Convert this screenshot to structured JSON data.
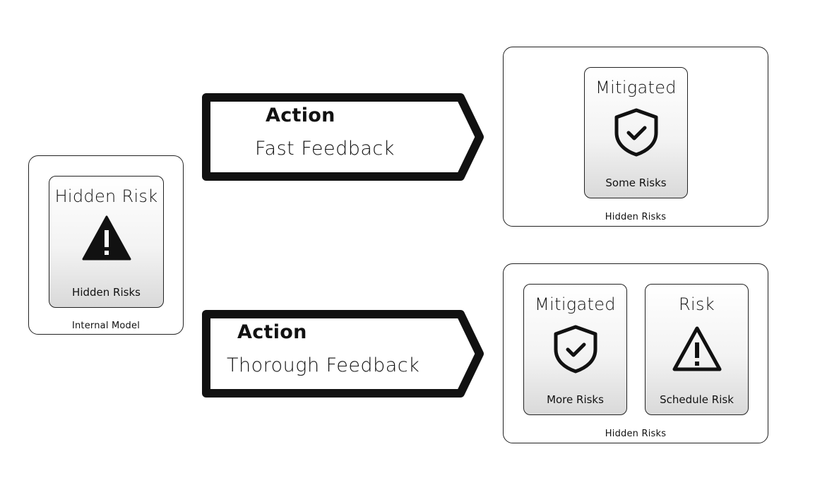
{
  "internal_model": {
    "label": "Internal Model",
    "card": {
      "title": "Hidden Risk",
      "caption": "Hidden Risks",
      "icon": "warning-filled-icon"
    }
  },
  "actions": [
    {
      "action_label": "Action",
      "feedback_label": "Fast Feedback"
    },
    {
      "action_label": "Action",
      "feedback_label": "Thorough Feedback"
    }
  ],
  "outcomes": [
    {
      "label": "Hidden Risks",
      "cards": [
        {
          "title": "Mitigated",
          "caption": "Some Risks",
          "icon": "shield-check-icon"
        }
      ]
    },
    {
      "label": "Hidden Risks",
      "cards": [
        {
          "title": "Mitigated",
          "caption": "More Risks",
          "icon": "shield-check-icon"
        },
        {
          "title": "Risk",
          "caption": "Schedule Risk",
          "icon": "warning-outline-icon"
        }
      ]
    }
  ]
}
